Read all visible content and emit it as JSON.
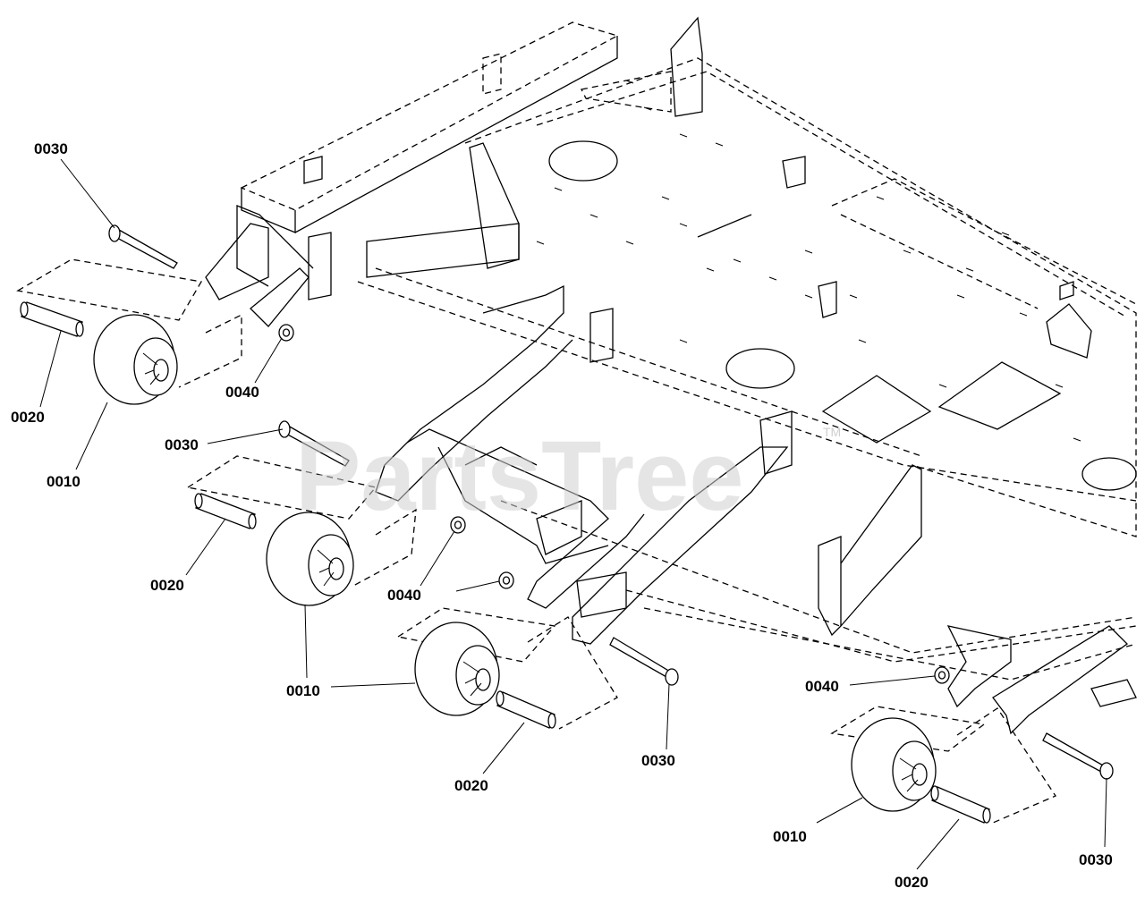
{
  "watermark": {
    "text": "PartsTree",
    "trademark": "TM"
  },
  "callouts": {
    "label_0010": "0010",
    "label_0020": "0020",
    "label_0030": "0030",
    "label_0040": "0040"
  }
}
